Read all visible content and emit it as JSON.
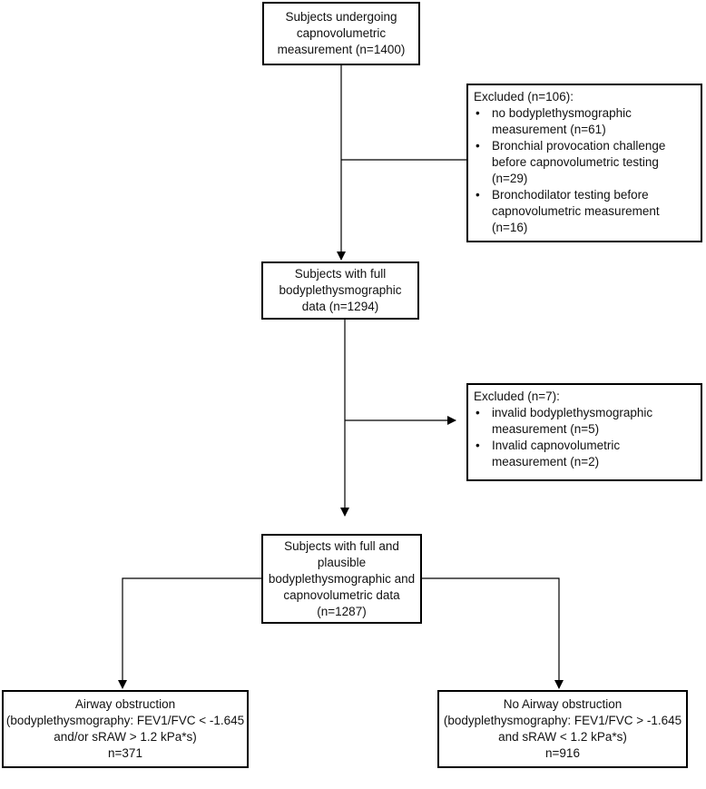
{
  "boxes": {
    "start": [
      "Subjects undergoing",
      "capnovolumetric",
      "measurement (n=1400)"
    ],
    "full_bodyplethys": [
      "Subjects with full",
      "bodyplethysmographic",
      "data (n=1294)"
    ],
    "plausible": [
      "Subjects with full and",
      "plausible",
      "bodyplethysmographic and",
      "capnovolumetric  data",
      "(n=1287)"
    ],
    "obstruction": [
      "Airway obstruction",
      "(bodyplethysmography: FEV1/FVC < -1.645",
      "and/or sRAW > 1.2 kPa*s)",
      "n=371"
    ],
    "no_obstruction": [
      "No Airway obstruction",
      "(bodyplethysmography: FEV1/FVC > -1.645",
      "and sRAW < 1.2 kPa*s)",
      "n=916"
    ]
  },
  "exclusion1": {
    "title": "Excluded (n=106):",
    "items": [
      [
        "no bodyplethysmographic",
        "measurement (n=61)"
      ],
      [
        "Bronchial provocation challenge",
        "before capnovolumetric testing",
        "(n=29)"
      ],
      [
        "Bronchodilator testing before",
        "capnovolumetric measurement",
        "(n=16)"
      ]
    ]
  },
  "exclusion2": {
    "title": "Excluded (n=7):",
    "items": [
      [
        "invalid bodyplethysmographic",
        "measurement (n=5)"
      ],
      [
        "Invalid capnovolumetric",
        "measurement (n=2)"
      ]
    ]
  }
}
